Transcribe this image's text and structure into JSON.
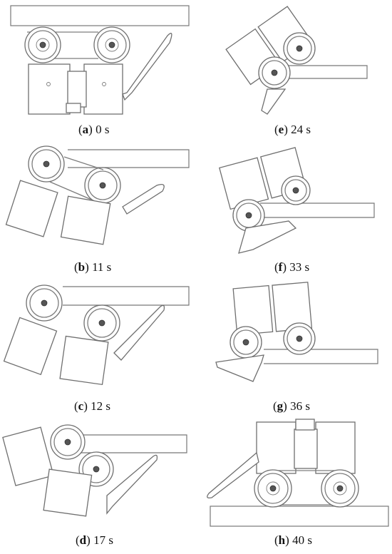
{
  "figure": {
    "panels": [
      {
        "id": "a",
        "letter": "a",
        "time": "0 s"
      },
      {
        "id": "b",
        "letter": "b",
        "time": "11 s"
      },
      {
        "id": "c",
        "letter": "c",
        "time": "12 s"
      },
      {
        "id": "d",
        "letter": "d",
        "time": "17 s"
      },
      {
        "id": "e",
        "letter": "e",
        "time": "24 s"
      },
      {
        "id": "f",
        "letter": "f",
        "time": "33 s"
      },
      {
        "id": "g",
        "letter": "g",
        "time": "36 s"
      },
      {
        "id": "h",
        "letter": "h",
        "time": "40 s"
      }
    ]
  }
}
